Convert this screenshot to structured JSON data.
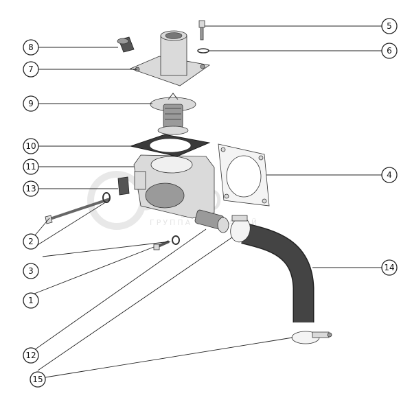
{
  "diagram": {
    "watermark": {
      "main": "агро",
      "sub": "ГРУППА КОМПАНИЙ"
    },
    "callouts": [
      {
        "id": "c5",
        "label": "5"
      },
      {
        "id": "c6",
        "label": "6"
      },
      {
        "id": "c8",
        "label": "8"
      },
      {
        "id": "c7",
        "label": "7"
      },
      {
        "id": "c9",
        "label": "9"
      },
      {
        "id": "c10",
        "label": "10"
      },
      {
        "id": "c11",
        "label": "11"
      },
      {
        "id": "c4",
        "label": "4"
      },
      {
        "id": "c13",
        "label": "13"
      },
      {
        "id": "c2",
        "label": "2"
      },
      {
        "id": "c3",
        "label": "3"
      },
      {
        "id": "c1",
        "label": "1"
      },
      {
        "id": "c14",
        "label": "14"
      },
      {
        "id": "c12",
        "label": "12"
      },
      {
        "id": "c15",
        "label": "15"
      }
    ]
  }
}
